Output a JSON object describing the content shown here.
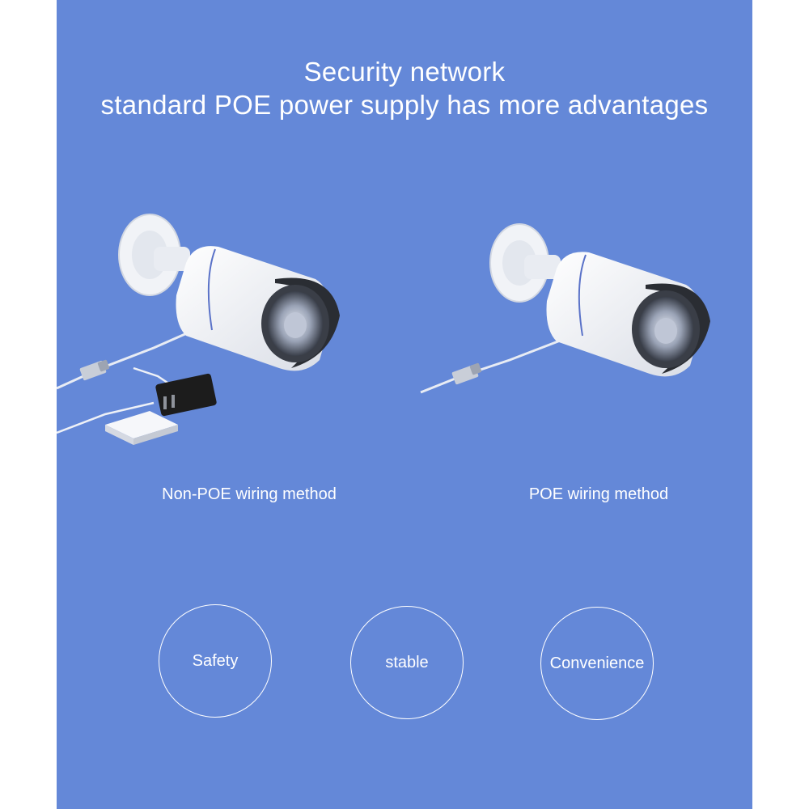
{
  "title": {
    "line1": "Security network",
    "line2": "standard POE power supply has more advantages"
  },
  "left_caption": "Non-POE wiring method",
  "right_caption": "POE wiring method",
  "advantages": [
    "Safety",
    "stable",
    "Convenience"
  ],
  "colors": {
    "background_panel": "#6488d8",
    "text": "#ffffff",
    "camera_body": "#f4f5f8",
    "adapter": "#1c1c1c"
  }
}
